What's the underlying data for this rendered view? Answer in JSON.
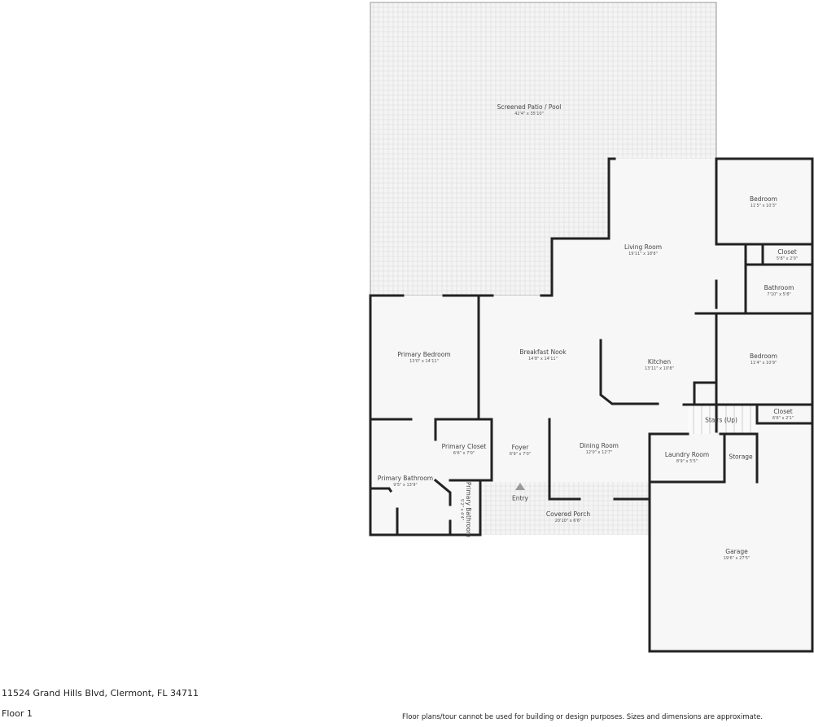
{
  "address": "11524 Grand Hills Blvd, Clermont, FL 34711",
  "floor": "Floor 1",
  "disclaimer": "Floor plans/tour cannot be used for building or design purposes. Sizes and dimensions are approximate.",
  "colors": {
    "wall": "#222222",
    "floor": "#f7f7f7",
    "hatch": "#e6e6e6"
  },
  "rooms": {
    "patio": {
      "name": "Screened Patio / Pool",
      "dim": "42'4\" x 35'10\""
    },
    "living": {
      "name": "Living Room",
      "dim": "19'11\" x 18'8\""
    },
    "bedroom1": {
      "name": "Bedroom",
      "dim": "11'5\" x 10'3\""
    },
    "closet1": {
      "name": "Closet",
      "dim": "5'8\" x 2'0\""
    },
    "bathroom": {
      "name": "Bathroom",
      "dim": "7'10\" x 5'8\""
    },
    "primary_bedroom": {
      "name": "Primary Bedroom",
      "dim": "13'0\" x 14'11\""
    },
    "nook": {
      "name": "Breakfast Nook",
      "dim": "14'8\" x 14'11\""
    },
    "kitchen": {
      "name": "Kitchen",
      "dim": "13'11\" x 10'8\""
    },
    "bedroom2": {
      "name": "Bedroom",
      "dim": "11'4\" x 10'9\""
    },
    "stairs": {
      "name": "Stairs (Up)"
    },
    "closet2": {
      "name": "Closet",
      "dim": "6'6\" x 2'1\""
    },
    "primary_closet": {
      "name": "Primary Closet",
      "dim": "6'6\" x 7'0\""
    },
    "foyer": {
      "name": "Foyer",
      "dim": "6'9\" x 7'0\""
    },
    "dining": {
      "name": "Dining Room",
      "dim": "12'0\" x 12'7\""
    },
    "laundry": {
      "name": "Laundry Room",
      "dim": "8'9\" x 5'5\""
    },
    "storage": {
      "name": "Storage"
    },
    "primary_bathroom": {
      "name": "Primary Bathroom",
      "dim": "9'5\" x 13'9\""
    },
    "primary_half_bath": {
      "name": "Primary Bathroom",
      "dim": "5'2\" x 4'4\""
    },
    "entry": {
      "name": "Entry"
    },
    "porch": {
      "name": "Covered Porch",
      "dim": "20'10\" x 6'6\""
    },
    "garage": {
      "name": "Garage",
      "dim": "19'6\" x 27'5\""
    }
  }
}
